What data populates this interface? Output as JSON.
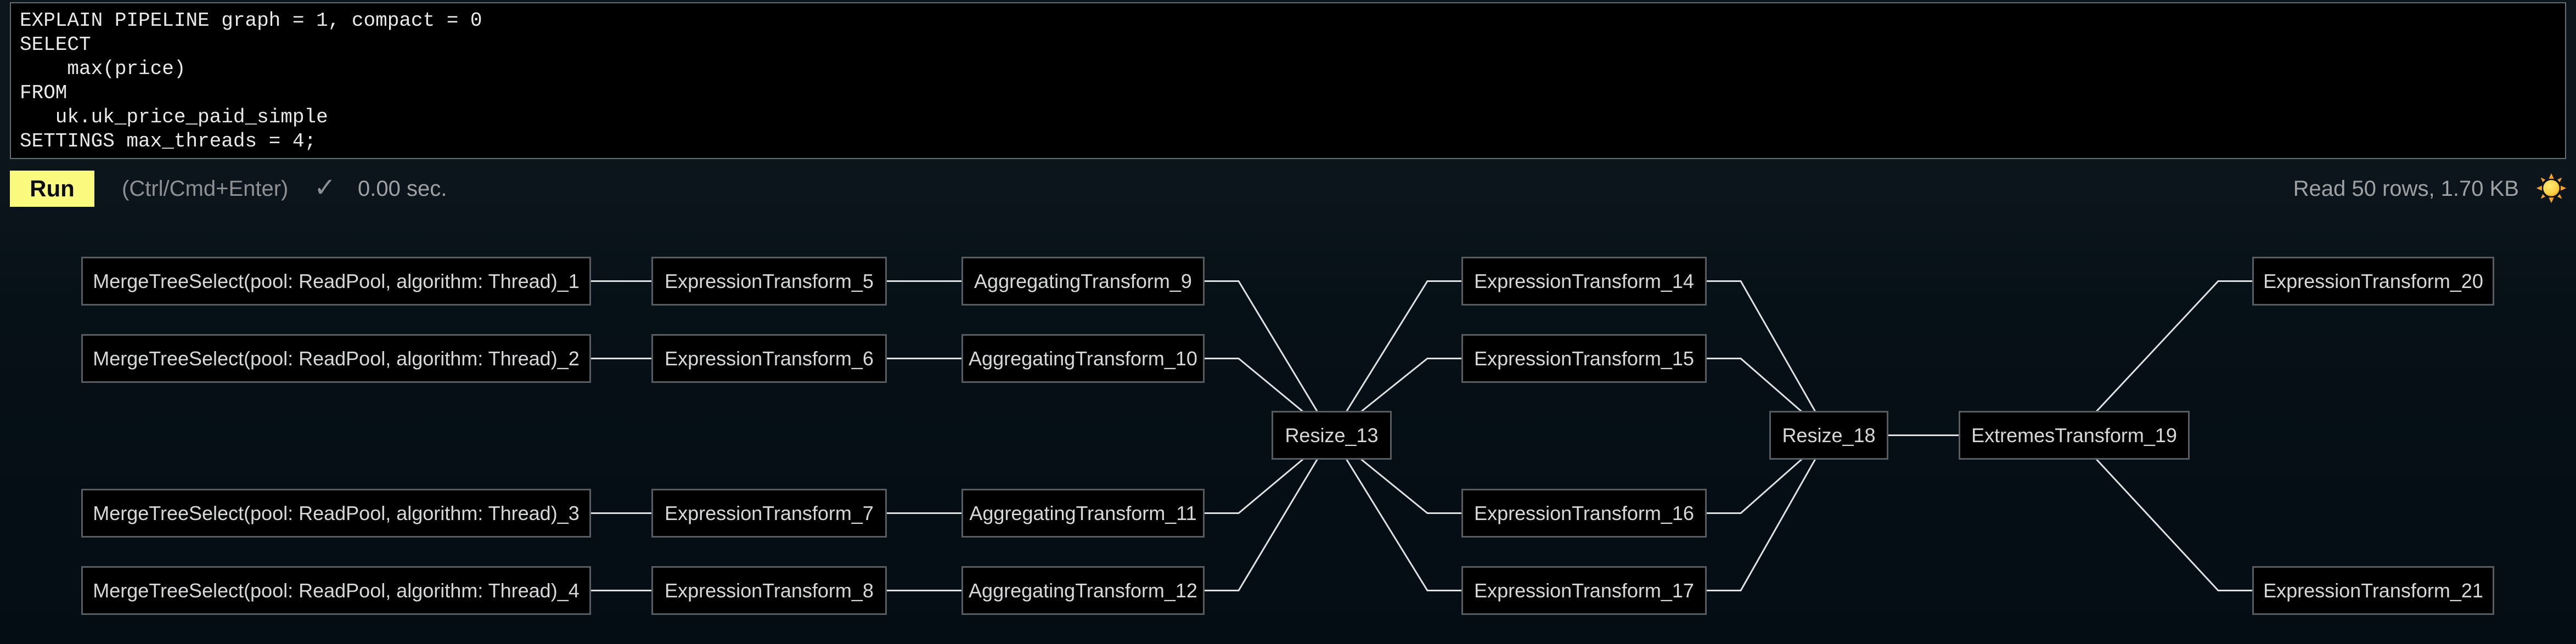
{
  "editor": {
    "query": "EXPLAIN PIPELINE graph = 1, compact = 0\nSELECT\n    max(price)\nFROM\n   uk.uk_price_paid_simple\nSETTINGS max_threads = 4;"
  },
  "toolbar": {
    "run_label": "Run",
    "shortcut_hint": "(Ctrl/Cmd+Enter)",
    "check_icon": "✓",
    "elapsed": "0.00 sec.",
    "stats": "Read 50 rows, 1.70 KB",
    "theme_icon": "sun-icon"
  },
  "colors": {
    "run_button": "#fafa7e",
    "background": "#0a141a",
    "node_fill": "#000000",
    "node_border": "#565c60",
    "edge": "#dfe2e2",
    "sun_ray": "#f6a32b",
    "sun_core": "#ffd54a"
  },
  "graph": {
    "nodes": [
      {
        "id": "mt1",
        "label": "MergeTreeSelect(pool: ReadPool, algorithm: Thread)_1"
      },
      {
        "id": "mt2",
        "label": "MergeTreeSelect(pool: ReadPool, algorithm: Thread)_2"
      },
      {
        "id": "mt3",
        "label": "MergeTreeSelect(pool: ReadPool, algorithm: Thread)_3"
      },
      {
        "id": "mt4",
        "label": "MergeTreeSelect(pool: ReadPool, algorithm: Thread)_4"
      },
      {
        "id": "et5",
        "label": "ExpressionTransform_5"
      },
      {
        "id": "et6",
        "label": "ExpressionTransform_6"
      },
      {
        "id": "et7",
        "label": "ExpressionTransform_7"
      },
      {
        "id": "et8",
        "label": "ExpressionTransform_8"
      },
      {
        "id": "at9",
        "label": "AggregatingTransform_9"
      },
      {
        "id": "at10",
        "label": "AggregatingTransform_10"
      },
      {
        "id": "at11",
        "label": "AggregatingTransform_11"
      },
      {
        "id": "at12",
        "label": "AggregatingTransform_12"
      },
      {
        "id": "r13",
        "label": "Resize_13"
      },
      {
        "id": "et14",
        "label": "ExpressionTransform_14"
      },
      {
        "id": "et15",
        "label": "ExpressionTransform_15"
      },
      {
        "id": "et16",
        "label": "ExpressionTransform_16"
      },
      {
        "id": "et17",
        "label": "ExpressionTransform_17"
      },
      {
        "id": "r18",
        "label": "Resize_18"
      },
      {
        "id": "xt19",
        "label": "ExtremesTransform_19"
      },
      {
        "id": "et20",
        "label": "ExpressionTransform_20"
      },
      {
        "id": "et21",
        "label": "ExpressionTransform_21"
      }
    ],
    "edges": [
      [
        "mt1",
        "et5"
      ],
      [
        "mt2",
        "et6"
      ],
      [
        "mt3",
        "et7"
      ],
      [
        "mt4",
        "et8"
      ],
      [
        "et5",
        "at9"
      ],
      [
        "et6",
        "at10"
      ],
      [
        "et7",
        "at11"
      ],
      [
        "et8",
        "at12"
      ],
      [
        "at9",
        "r13"
      ],
      [
        "at10",
        "r13"
      ],
      [
        "at11",
        "r13"
      ],
      [
        "at12",
        "r13"
      ],
      [
        "r13",
        "et14"
      ],
      [
        "r13",
        "et15"
      ],
      [
        "r13",
        "et16"
      ],
      [
        "r13",
        "et17"
      ],
      [
        "et14",
        "r18"
      ],
      [
        "et15",
        "r18"
      ],
      [
        "et16",
        "r18"
      ],
      [
        "et17",
        "r18"
      ],
      [
        "r18",
        "xt19"
      ],
      [
        "xt19",
        "et20"
      ],
      [
        "xt19",
        "et21"
      ]
    ]
  }
}
